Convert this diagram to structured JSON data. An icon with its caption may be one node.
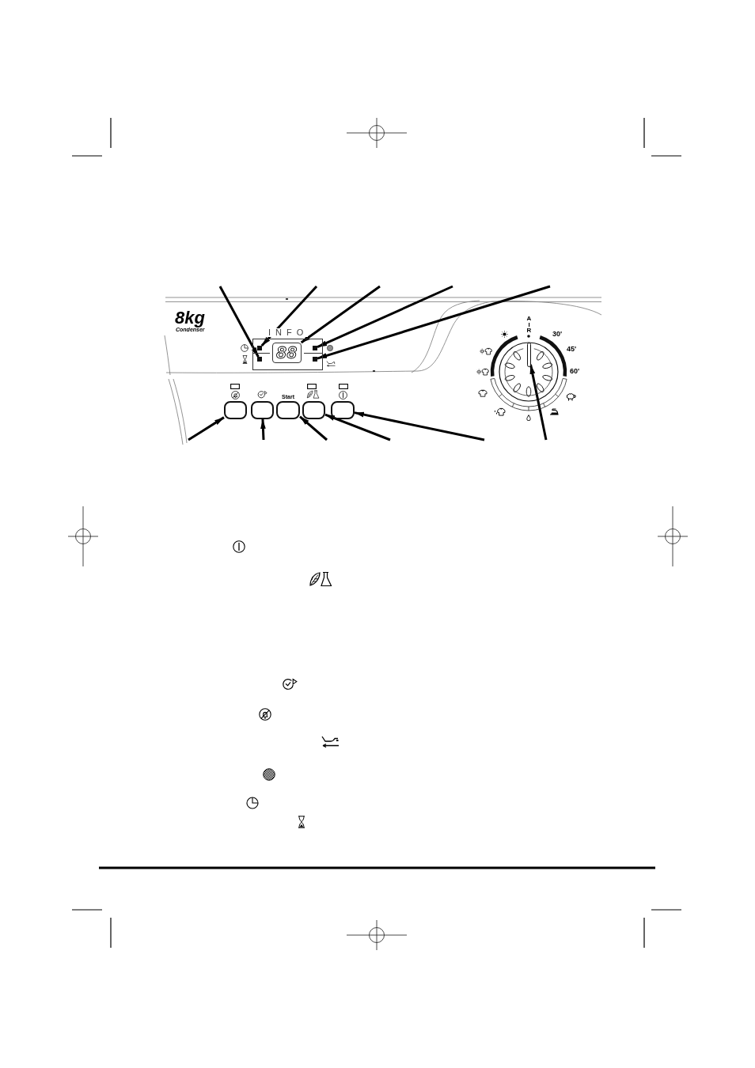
{
  "diagram": {
    "nodes": [
      {
        "text": [
          "INFO"
        ]
      },
      {
        "text": [],
        "shape": "box",
        "in": 0
      },
      {
        "text": [],
        "shape": "box",
        "in": 0
      },
      {
        "text": [
          "88"
        ],
        "in": 0
      },
      {
        "text": [],
        "shape": "box",
        "in": 0
      },
      {
        "text": [],
        "shape": "box",
        "in": 0
      },
      {
        "text": [],
        "shape": "box"
      },
      {
        "text": [],
        "shape": "box"
      },
      {
        "text": [
          "Start"
        ]
      },
      {
        "text": [],
        "shape": "box"
      },
      {
        "text": [],
        "shape": "box"
      },
      {
        "text": [
          "AIR",
          "30'",
          "45'",
          "60'"
        ]
      },
      {
        "text": [],
        "shape": "bar",
        "in": 11
      }
    ],
    "edges": [
      {
        "from": null,
        "to": 2,
        "arrow": "to"
      },
      {
        "from": null,
        "to": 1,
        "arrow": "to"
      },
      {
        "from": null,
        "to": 3,
        "arrow": "to"
      },
      {
        "from": null,
        "to": 4,
        "arrow": "to"
      },
      {
        "from": null,
        "to": 5,
        "arrow": "to"
      },
      {
        "from": null,
        "to": 6,
        "arrow": "to"
      },
      {
        "from": null,
        "to": 7,
        "arrow": "to"
      },
      {
        "from": null,
        "to": 8,
        "arrow": "to"
      },
      {
        "from": null,
        "to": 9,
        "arrow": "to"
      },
      {
        "from": null,
        "to": 10,
        "arrow": "to"
      },
      {
        "from": null,
        "to": 12,
        "arrow": "to"
      }
    ],
    "labels": [
      "8kg",
      "Condenser"
    ]
  }
}
